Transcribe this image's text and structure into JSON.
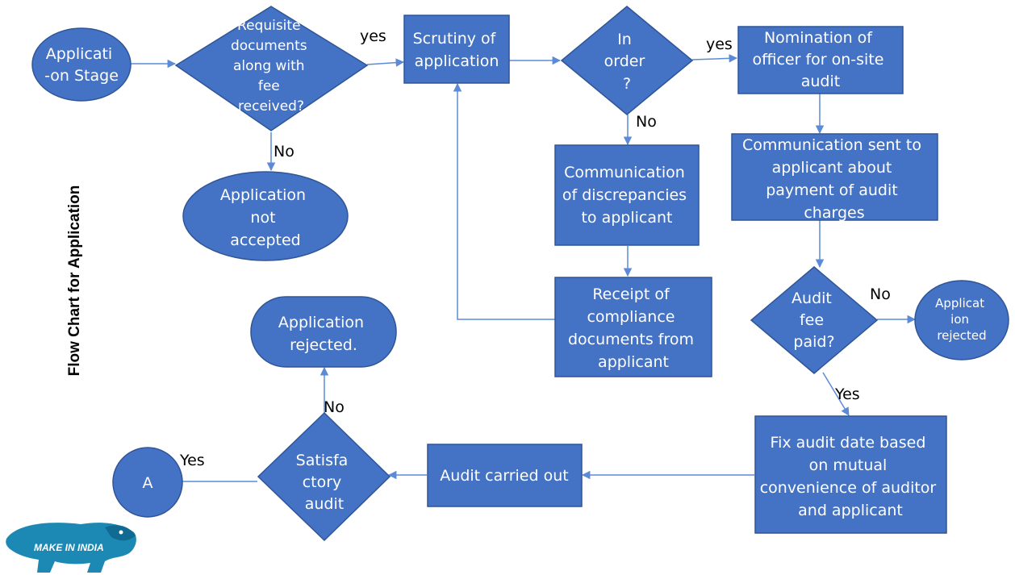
{
  "title": "Flow Chart for Application",
  "colors": {
    "node_fill": "#4472C4",
    "node_stroke": "#2F5597",
    "edge": "#5B8BD6",
    "text": "#ffffff"
  },
  "logo": {
    "text": "MAKE IN INDIA",
    "icon": "lion-icon"
  },
  "nodes": {
    "application_stage": [
      "Applicati",
      "-on Stage"
    ],
    "documents_received": [
      "Requisite",
      "documents",
      "along with",
      "fee",
      "received?"
    ],
    "not_accepted": [
      "Application",
      "not",
      "accepted"
    ],
    "scrutiny": [
      "Scrutiny of",
      "application"
    ],
    "in_order": [
      "In",
      "order",
      "?"
    ],
    "discrepancies": [
      "Communication",
      "of discrepancies",
      "to applicant"
    ],
    "compliance_receipt": [
      "Receipt of",
      "compliance",
      "documents from",
      "applicant"
    ],
    "nomination": [
      "Nomination of",
      "officer for on-site",
      "audit"
    ],
    "payment_comm": [
      "Communication sent to",
      "applicant about",
      "payment of audit",
      "charges"
    ],
    "audit_fee_paid": [
      "Audit",
      "fee",
      "paid?"
    ],
    "app_rejected_small": [
      "Applicat",
      "ion",
      "rejected"
    ],
    "fix_date": [
      "Fix audit date based",
      "on mutual",
      "convenience of auditor",
      "and applicant"
    ],
    "audit_carried_out": [
      "Audit carried out"
    ],
    "satisfactory": [
      "Satisfa",
      "ctory",
      "audit"
    ],
    "app_rejected": [
      "Application",
      "rejected."
    ],
    "connector_a": [
      "A"
    ]
  },
  "edge_labels": {
    "docs_yes": "yes",
    "docs_no": "No",
    "order_yes": "yes",
    "order_no": "No",
    "fee_no": "No",
    "fee_yes": "Yes",
    "satisfactory_no": "No",
    "satisfactory_yes": "Yes"
  }
}
